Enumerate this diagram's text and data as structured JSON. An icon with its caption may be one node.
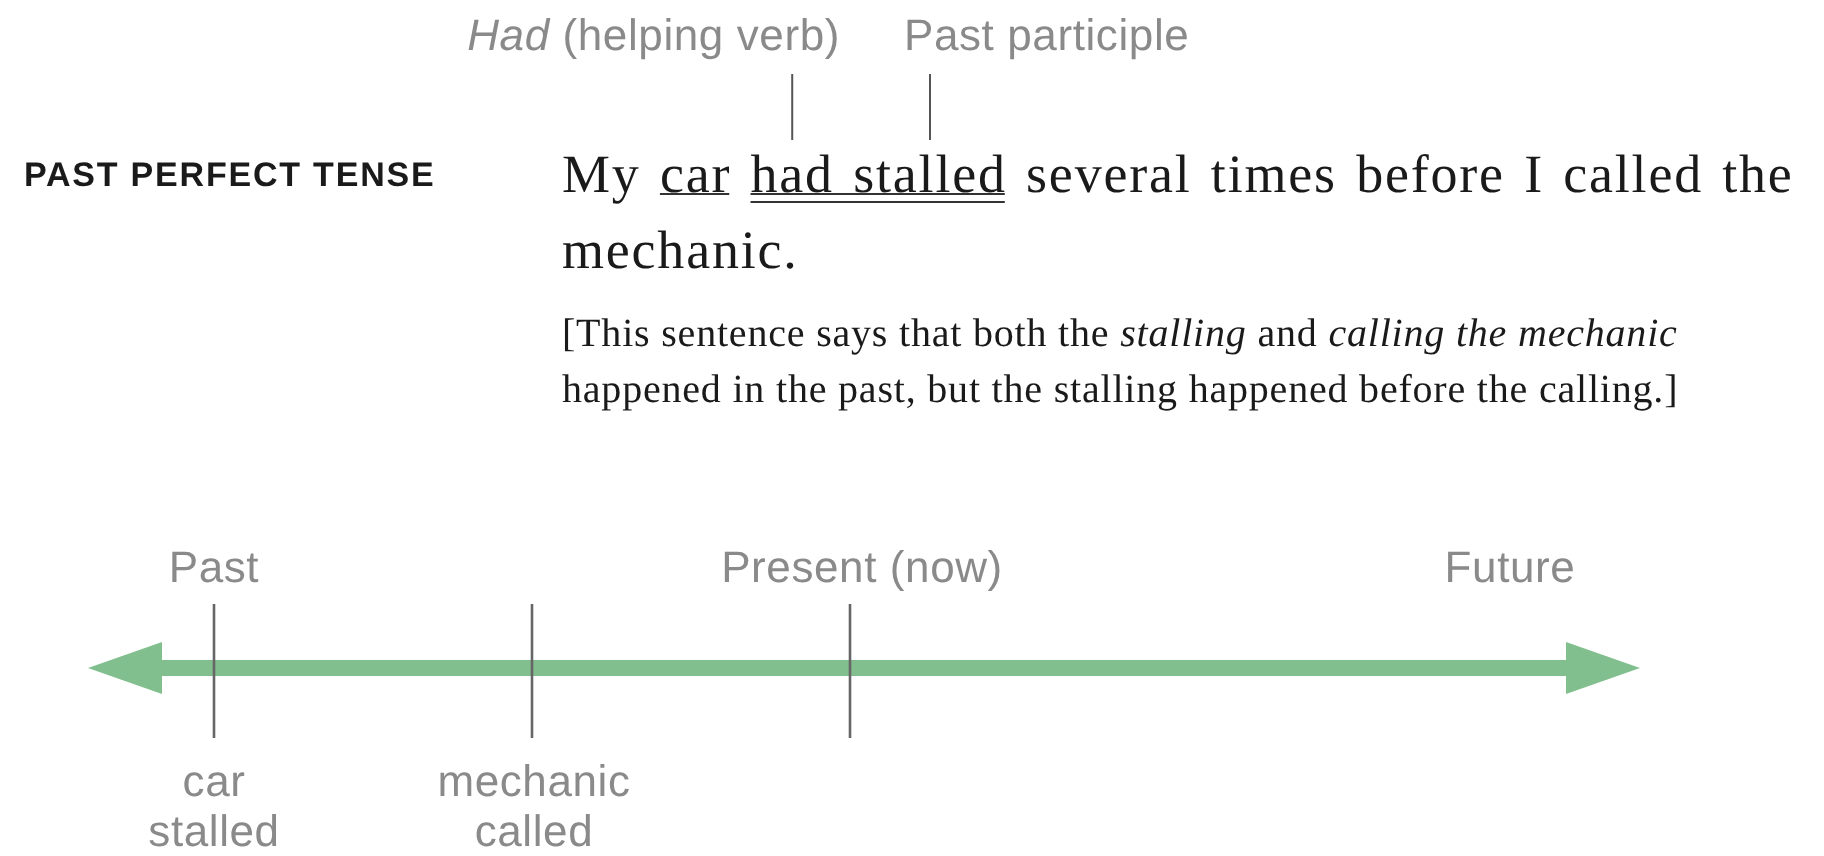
{
  "diagram": {
    "nodes": [
      {
        "text": [
          "*Had* (helping verb)"
        ]
      },
      {
        "text": [
          "Past participle"
        ]
      },
      {
        "text": [
          "My car had stalled several times before I called the mechanic."
        ]
      }
    ],
    "edges": [
      {
        "from": 0,
        "to": 2,
        "arrow": "none"
      },
      {
        "from": 1,
        "to": 2,
        "arrow": "none"
      }
    ],
    "labels": [
      "PAST PERFECT TENSE",
      "[This sentence says that both the *stalling* and *calling the mechanic* happened in the past, but the stalling happened before the calling.]",
      "Past",
      "Present (now)",
      "Future",
      "car stalled",
      "mechanic called"
    ]
  }
}
